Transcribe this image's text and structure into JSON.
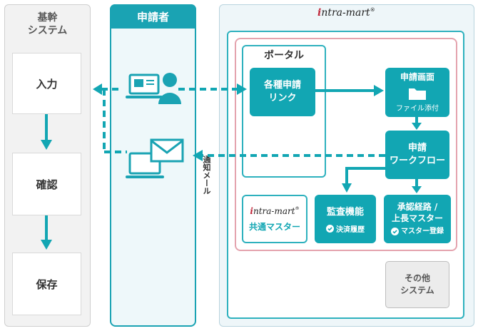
{
  "legacy": {
    "title_line1": "基幹",
    "title_line2": "システム",
    "steps": [
      "入力",
      "確認",
      "保存"
    ]
  },
  "applicant": {
    "title": "申請者",
    "notify_label": "通知メール"
  },
  "intramart": {
    "logo_i": "i",
    "logo_rest": "ntra-mart",
    "logo_mark": "®",
    "portal": "ポータル",
    "link_line1": "各種申請",
    "link_line2": "リンク",
    "apply_screen": "申請画面",
    "attachment": "ファイル添付",
    "workflow_line1": "申請",
    "workflow_line2": "ワークフロー",
    "audit": "監査機能",
    "audit_sub": "決済履歴",
    "route_line1": "承認経路 /",
    "route_line2": "上長マスター",
    "route_sub": "マスター登録",
    "common_master": "共通マスター",
    "other_line1": "その他",
    "other_line2": "システム"
  },
  "colors": {
    "teal": "#12a6b3",
    "pink": "#e4a3ae",
    "logo_red": "#c0283b"
  }
}
